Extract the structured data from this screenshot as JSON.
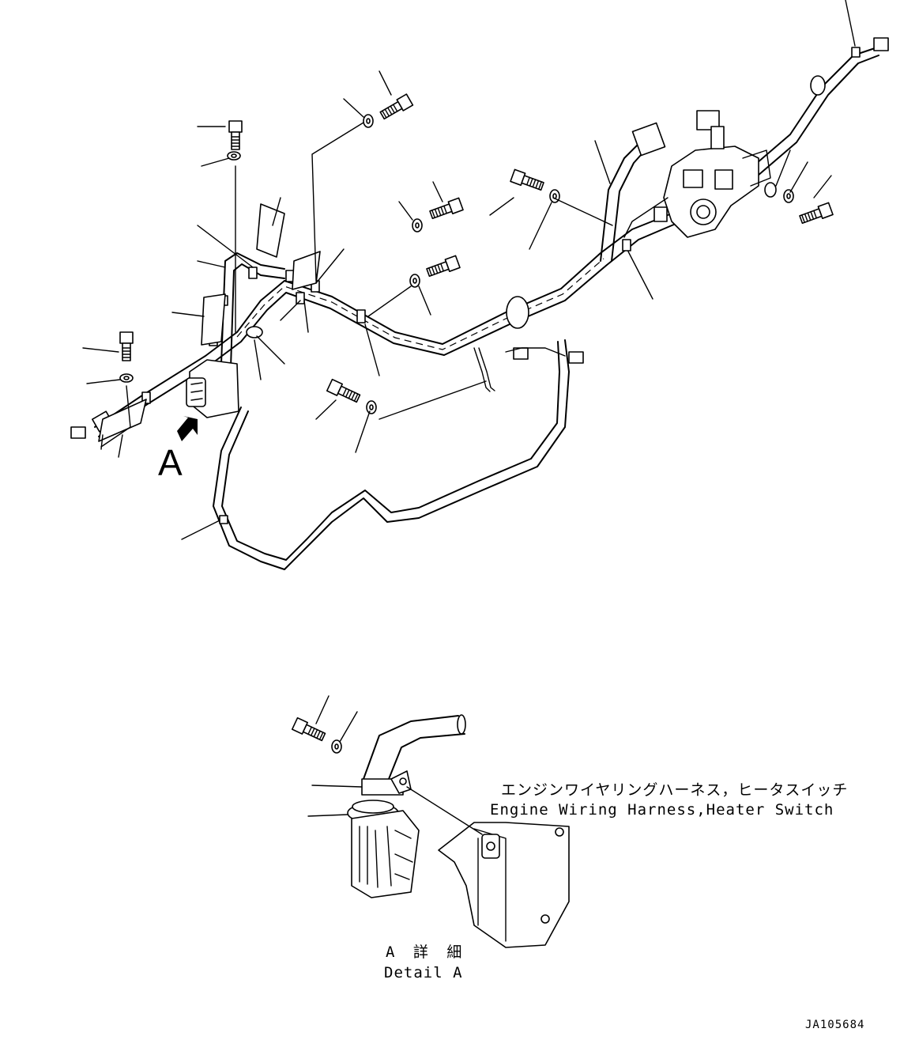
{
  "title": {
    "japanese": "エンジンワイヤリングハーネス，ヒータスイッチ",
    "english": "Engine Wiring Harness,Heater Switch"
  },
  "view_marker": "A",
  "detail": {
    "japanese": "A 詳 細",
    "english": "Detail A"
  },
  "drawing_number": "JA105684"
}
